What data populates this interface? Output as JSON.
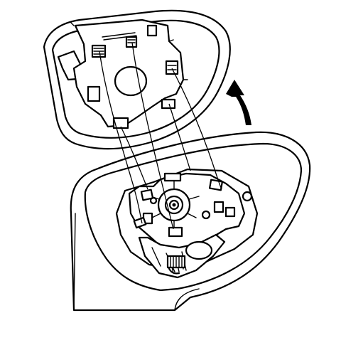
{
  "figure": {
    "parts": [
      {
        "id": "mirror-glass",
        "icon": "mirror-glass-icon"
      },
      {
        "id": "mirror-housing",
        "icon": "mirror-housing-icon"
      },
      {
        "id": "actuator",
        "icon": "actuator-motor-icon"
      },
      {
        "id": "connectors",
        "icon": "connector-wire-icon"
      },
      {
        "id": "lift-direction",
        "icon": "curved-arrow-icon"
      }
    ],
    "colors": {
      "ink": "#000000",
      "paper": "#ffffff"
    }
  }
}
